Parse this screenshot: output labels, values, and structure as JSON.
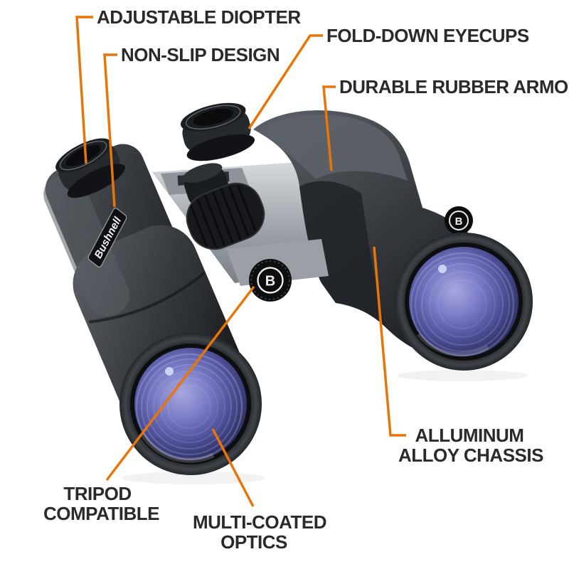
{
  "colors": {
    "accent": "#E8750A",
    "label": "#2A2A2A",
    "background": "#FFFFFF",
    "body_rubber": "#34383C",
    "lens_blue": "#5A5EAE",
    "chassis_silver": "#9EA4A9"
  },
  "product": {
    "brand_wordmark": "Bushnell",
    "logo_letter": "B"
  },
  "callouts": [
    {
      "id": "adjustable-diopter",
      "lines": [
        "ADJUSTABLE DIOPTER"
      ]
    },
    {
      "id": "non-slip-design",
      "lines": [
        "NON-SLIP DESIGN"
      ]
    },
    {
      "id": "fold-down-eyecups",
      "lines": [
        "FOLD-DOWN EYECUPS"
      ]
    },
    {
      "id": "durable-rubber-armor",
      "lines": [
        "DURABLE RUBBER ARMOR"
      ]
    },
    {
      "id": "alluminum-alloy-chassis",
      "lines": [
        "ALLUMINUM",
        "ALLOY CHASSIS"
      ]
    },
    {
      "id": "tripod-compatible",
      "lines": [
        "TRIPOD",
        "COMPATIBLE"
      ]
    },
    {
      "id": "multi-coated-optics",
      "lines": [
        "MULTI-COATED",
        "OPTICS"
      ]
    }
  ]
}
